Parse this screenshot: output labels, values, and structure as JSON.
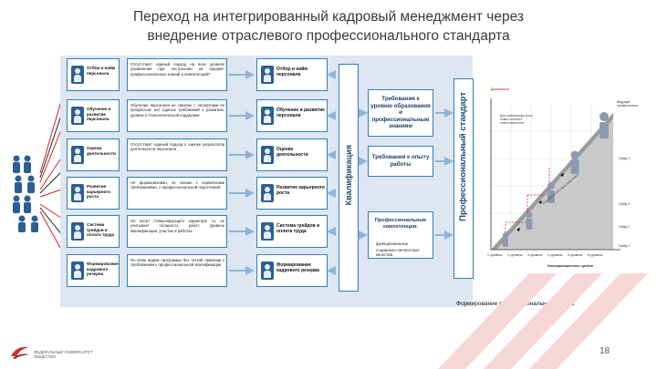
{
  "title": {
    "line1": "Переход на интегрированный кадровый менеджмент через",
    "line2": "внедрение отраслевого профессионального стандарта"
  },
  "left_functions": [
    {
      "label": "Отбор и найм персонала",
      "icon": "person-icon",
      "description": "Отсутствует единый подход на всех уровнях управления при построении на предмет профессиональных знаний и компетенций?"
    },
    {
      "label": "Обучение и развитие персонала",
      "icon": "training-icon",
      "description": "Обучение персонала не связано с экспертами по профессии; нет единых требований к развитию, уровню и технологической поддержке"
    },
    {
      "label": "Оценка деятельности",
      "icon": "evaluation-icon",
      "description": "Отсутствует единый подход к оценке результатов деятельности персонала"
    },
    {
      "label": "Развитие карьерного роста",
      "icon": "career-icon",
      "description": "Не формализован, не связан с первичными требованиями, с профессиональной подготовкой"
    },
    {
      "label": "Система грейдов и оплата труда",
      "icon": "payroll-icon",
      "description": "Не носит стимулирующего характера т.к. не учитывает сложность работ, уровень квалификации, участие в работах"
    },
    {
      "label": "Формирование кадрового резерва",
      "icon": "reserve-icon",
      "description": "По всем видам программы без четкой привязки к требованиям к профессиональной квалификации"
    }
  ],
  "right_functions": [
    {
      "label": "Отбор и найм персонала",
      "icon": "person-icon"
    },
    {
      "label": "Обучение и развитие персонала",
      "icon": "training-icon"
    },
    {
      "label": "Оценка деятельности",
      "icon": "evaluation-icon"
    },
    {
      "label": "Развитие карьерного роста",
      "icon": "career-icon"
    },
    {
      "label": "Система грейдов и оплата труда",
      "icon": "payroll-icon"
    },
    {
      "label": "Формирование кадрового резерва",
      "icon": "reserve-icon"
    }
  ],
  "qualification_label": "Квалификация",
  "requirements": [
    {
      "text": "Требования к уровню образования и профессиональным знаниям"
    },
    {
      "text": "Требования к опыту работы"
    },
    {
      "text": "Профессиональные компетенции:"
    }
  ],
  "competency_items": [
    "функциональные",
    "социально-личностные качества"
  ],
  "standard_label": "Профессиональный стандарт",
  "lift_chart": {
    "y_axis_label": "Должности",
    "x_axis_label": "Квалификационные уровни",
    "x_ticks": [
      "1 уровень",
      "2 уровень",
      "3 уровень",
      "4 уровень",
      "5 уровень",
      "6 уровень"
    ],
    "top_note": "Ведущий профессионал",
    "diagonal_note": "Карьерная лестница работника",
    "side_notes": [
      "Грейд 4",
      "Грейд 3",
      "Грейд 2",
      "Грейд 1"
    ],
    "inner_note": "Для начинающих роль, новых знаний и ответственности"
  },
  "caption": "Формирование профессионального лифта",
  "page_number": "18",
  "logo": {
    "line1": "ФЕДЕРАЛЬНЫЙ УНИВЕРСИТЕТ",
    "line2": "ОБЩЕСТВО"
  },
  "colors": {
    "accent_blue": "#2c7fbf",
    "panel_bg": "#dde6f1",
    "arrow_red": "#d42020",
    "dark_blue": "#1f4e79"
  }
}
